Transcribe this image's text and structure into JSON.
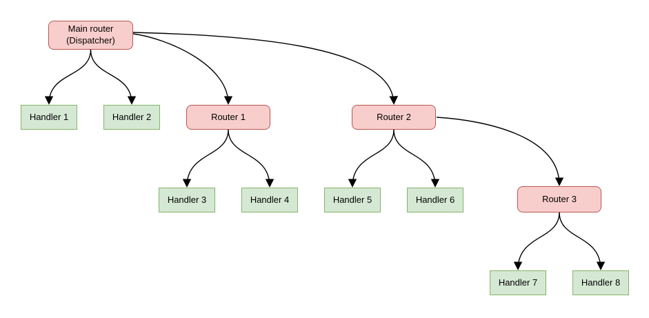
{
  "colors": {
    "background": "#ffffff",
    "router-fill": "#f8cecc",
    "router-border": "#b85450",
    "handler-fill": "#d5e8d4",
    "handler-border": "#82b366",
    "edge": "#000000",
    "text": "#000000"
  },
  "nodes": {
    "main": {
      "line1": "Main router",
      "line2": "(Dispatcher)",
      "type": "router"
    },
    "router1": {
      "label": "Router 1",
      "type": "router"
    },
    "router2": {
      "label": "Router 2",
      "type": "router"
    },
    "router3": {
      "label": "Router 3",
      "type": "router"
    },
    "handler1": {
      "label": "Handler 1",
      "type": "handler"
    },
    "handler2": {
      "label": "Handler 2",
      "type": "handler"
    },
    "handler3": {
      "label": "Handler 3",
      "type": "handler"
    },
    "handler4": {
      "label": "Handler 4",
      "type": "handler"
    },
    "handler5": {
      "label": "Handler 5",
      "type": "handler"
    },
    "handler6": {
      "label": "Handler 6",
      "type": "handler"
    },
    "handler7": {
      "label": "Handler 7",
      "type": "handler"
    },
    "handler8": {
      "label": "Handler 8",
      "type": "handler"
    }
  },
  "edges": [
    {
      "from": "main",
      "to": "handler1"
    },
    {
      "from": "main",
      "to": "handler2"
    },
    {
      "from": "main",
      "to": "router1"
    },
    {
      "from": "main",
      "to": "router2"
    },
    {
      "from": "router1",
      "to": "handler3"
    },
    {
      "from": "router1",
      "to": "handler4"
    },
    {
      "from": "router2",
      "to": "handler5"
    },
    {
      "from": "router2",
      "to": "handler6"
    },
    {
      "from": "router2",
      "to": "router3"
    },
    {
      "from": "router3",
      "to": "handler7"
    },
    {
      "from": "router3",
      "to": "handler8"
    }
  ]
}
